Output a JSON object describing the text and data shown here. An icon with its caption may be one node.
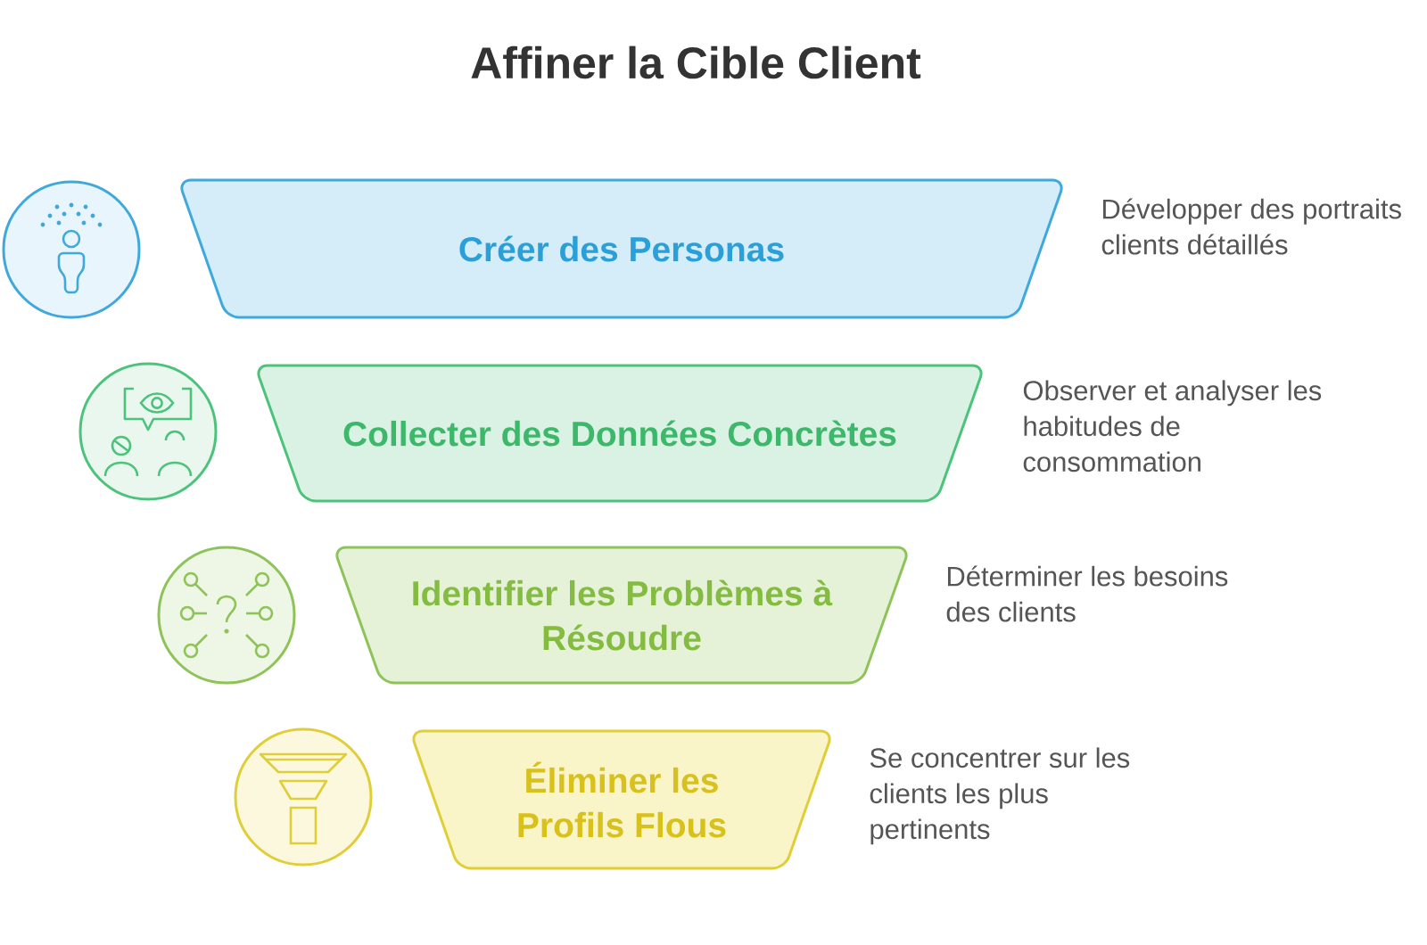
{
  "diagram": {
    "title": "Affiner la Cible Client",
    "nodes": [
      {
        "text": [
          "Créer des Personas"
        ],
        "beside": [
          "Développer des portraits clients détaillés"
        ]
      },
      {
        "text": [
          "Collecter des Données Concrètes"
        ],
        "beside": [
          "Observer et analyser les habitudes de consommation"
        ]
      },
      {
        "text": [
          "Identifier les Problèmes à Résoudre"
        ],
        "beside": [
          "Déterminer les besoins des clients"
        ]
      },
      {
        "text": [
          "Éliminer les Profils Flous"
        ],
        "beside": [
          "Se concentrer sur les clients les plus pertinents"
        ]
      }
    ]
  }
}
